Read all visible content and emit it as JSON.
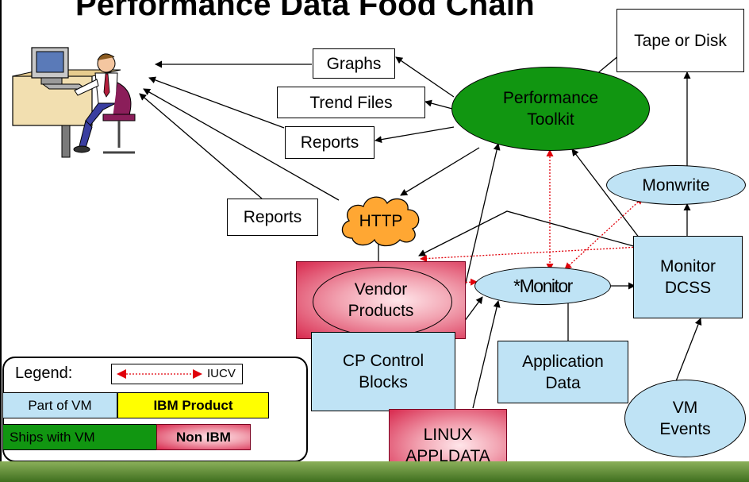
{
  "title": "Performance Data Food Chain",
  "nodes": {
    "tape_disk": "Tape or Disk",
    "graphs": "Graphs",
    "trend_files": "Trend Files",
    "reports_top": "Reports",
    "performance_toolkit": "Performance Toolkit",
    "http": "HTTP",
    "reports_left": "Reports",
    "monwrite": "Monwrite",
    "vendor_products": "Vendor Products",
    "monitor": "*Monitor",
    "monitor_dcss": "Monitor DCSS",
    "cp_control_blocks": "CP Control Blocks",
    "application_data": "Application Data",
    "linux_appldata": "LINUX APPLDATA",
    "vm_events": "VM Events"
  },
  "legend": {
    "label": "Legend:",
    "iucv": "IUCV",
    "part_of_vm": "Part of VM",
    "ibm_product": "IBM Product",
    "ships_with_vm": "Ships with VM",
    "non_ibm": "Non IBM"
  },
  "colors": {
    "part_of_vm": "#bfe3f5",
    "ibm_product": "#ffff00",
    "ships_with_vm": "#119611",
    "non_ibm": "#d8294e",
    "http_cloud": "#ffa733",
    "iucv_arrow": "#e0000a",
    "bottom_bar": "#4f7f2a"
  },
  "icons": {
    "person": "person-at-computer-icon",
    "cloud": "cloud-icon"
  }
}
